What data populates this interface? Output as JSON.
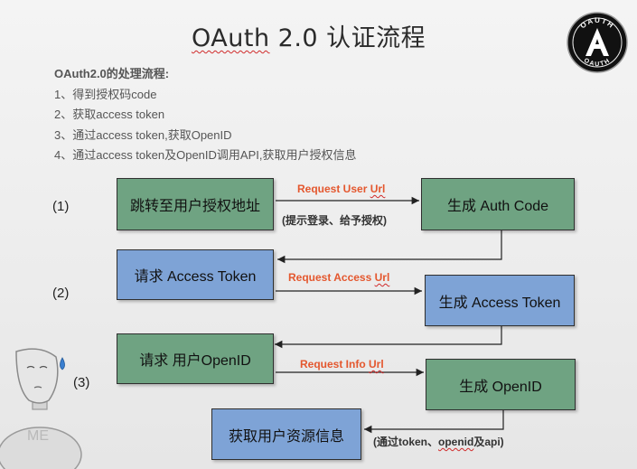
{
  "title": {
    "prefix": "OAuth",
    "rest": " 2.0 认证流程"
  },
  "logo": {
    "top_text": "OAUTH",
    "bottom_text": "OAUTH"
  },
  "intro": {
    "heading": "OAuth2.0的处理流程:",
    "steps": [
      "1、得到授权码code",
      "2、获取access token",
      "3、通过access token,获取OpenID",
      "4、通过access token及OpenID调用API,获取用户授权信息"
    ]
  },
  "markers": [
    "(1)",
    "(2)",
    "(3)"
  ],
  "boxes": {
    "jump_auth": "跳转至用户授权地址",
    "gen_auth_code": "生成 Auth Code",
    "req_token": "请求 Access Token",
    "gen_token": "生成 Access Token",
    "req_openid": "请求 用户OpenID",
    "gen_openid": "生成 OpenID",
    "get_info": "获取用户资源信息"
  },
  "requests": {
    "user": {
      "prefix": "Request User ",
      "url": "Url"
    },
    "access": {
      "prefix": "Request Access ",
      "url": "Url"
    },
    "info": {
      "prefix": "Request Info ",
      "url": "Url"
    }
  },
  "notes": {
    "login": "(提示登录、给予授权)",
    "via": {
      "pre": "(通过token、",
      "openid": "openid",
      "post": "及api)"
    }
  },
  "mascot": {
    "label": "ME"
  },
  "colors": {
    "green_box": "#6fa382",
    "blue_box": "#7ea3d6",
    "request_text": "#e4572e"
  }
}
